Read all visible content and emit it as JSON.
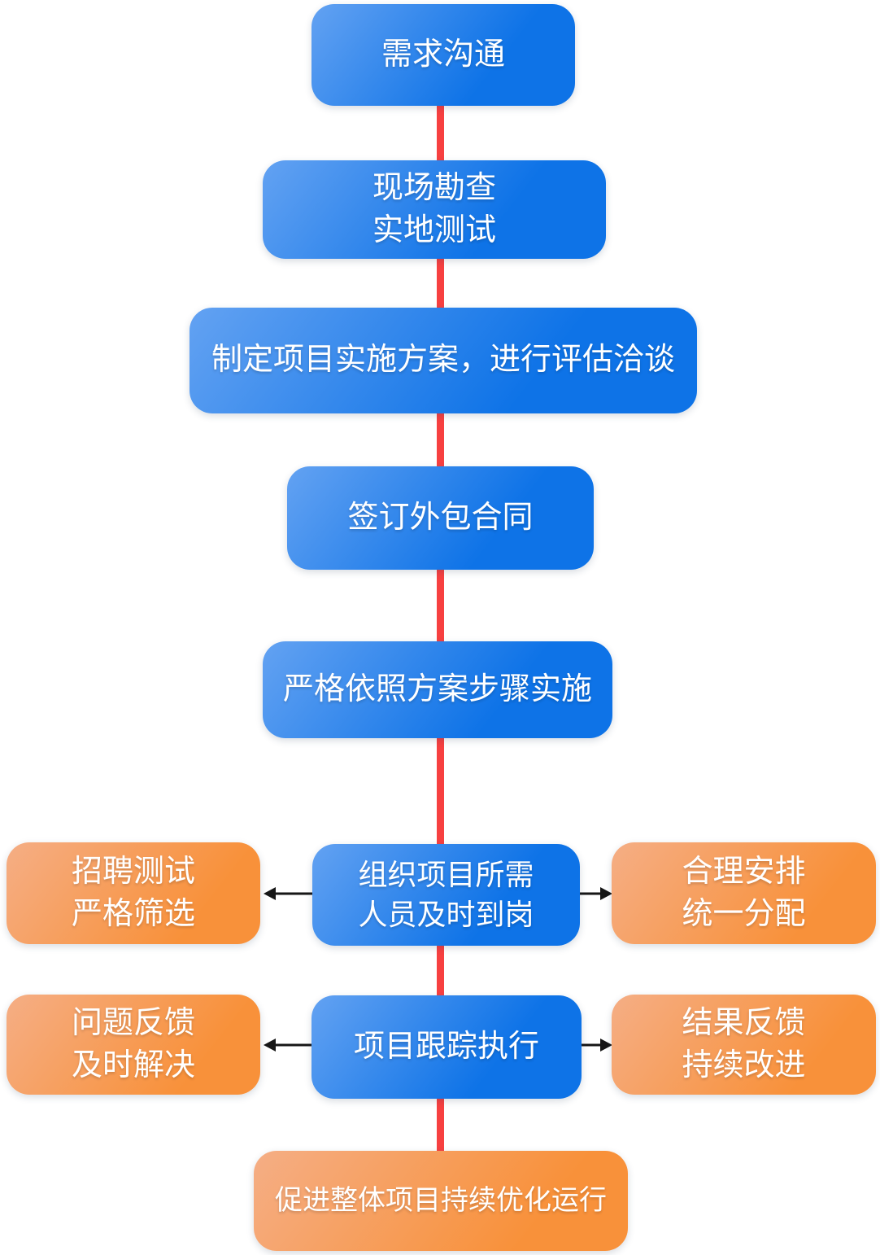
{
  "diagram": {
    "type": "flowchart",
    "nodes": {
      "step1": {
        "label": "需求沟通"
      },
      "step2": {
        "label": "现场勘查\n实地测试"
      },
      "step3": {
        "label": "制定项目实施方案，进行评估洽谈"
      },
      "step4": {
        "label": "签订外包合同"
      },
      "step5": {
        "label": "严格依照方案步骤实施"
      },
      "step6": {
        "label": "组织项目所需\n人员及时到岗"
      },
      "step6_left": {
        "label": "招聘测试\n严格筛选"
      },
      "step6_right": {
        "label": "合理安排\n统一分配"
      },
      "step7": {
        "label": "项目跟踪执行"
      },
      "step7_left": {
        "label": "问题反馈\n及时解决"
      },
      "step7_right": {
        "label": "结果反馈\n持续改进"
      },
      "step8": {
        "label": "促进整体项目持续优化运行"
      }
    },
    "colors": {
      "blue-light": "#63a2f2",
      "blue-dark": "#0e73e7",
      "orange-light": "#f5ae85",
      "orange-dark": "#f8913a",
      "connector-red": "#f74040",
      "arrow-black": "#161616",
      "node-text": "#ffffff"
    }
  }
}
